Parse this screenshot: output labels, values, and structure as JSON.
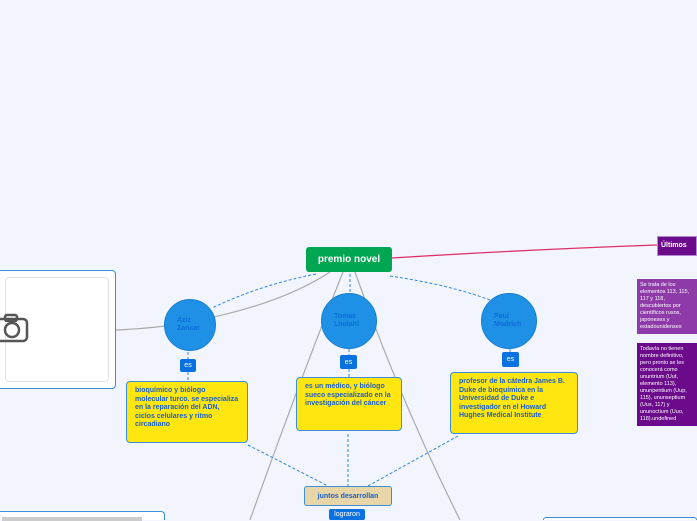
{
  "root": {
    "label": "premio novel"
  },
  "people": [
    {
      "name": "Aziz Zancar",
      "relation": "es",
      "description": "bioquímico y biólogo molecular turco. se especializa en la reparación del ADN, ciclos celulares y ritmo circadiano"
    },
    {
      "name": "Tomas Lindahl",
      "relation": "es",
      "description": "es un médico, y biólogo sueco especializado en la investigación del cáncer"
    },
    {
      "name": "Paul Modrich",
      "relation": "es",
      "description": "profesor de la cátedra James B. Duke de bioquímica en la Universidad de Duke e investigador en el Howard Hughes Medical Institute"
    }
  ],
  "joint": {
    "label": "juntos desarrollan",
    "relation": "lograron"
  },
  "side": {
    "title": "Últimos",
    "note1": "Se trata de los elementos 113, 115, 117 y 118, descubiertos por científicos rusos, japoneses y estadounidenses",
    "note2": "Todavía no tienen nombre definitivo, pero pronto se les conocerá como ununtrium (Uut, elemento 113), ununpentium (Uup, 115), ununseptium (Uus, 117) y ununoctium (Uuo, 118).undefined"
  },
  "colors": {
    "root": "#00a651",
    "circle": "#1e90e6",
    "yellow": "#ffe611",
    "purple": "#6b0a8a"
  }
}
